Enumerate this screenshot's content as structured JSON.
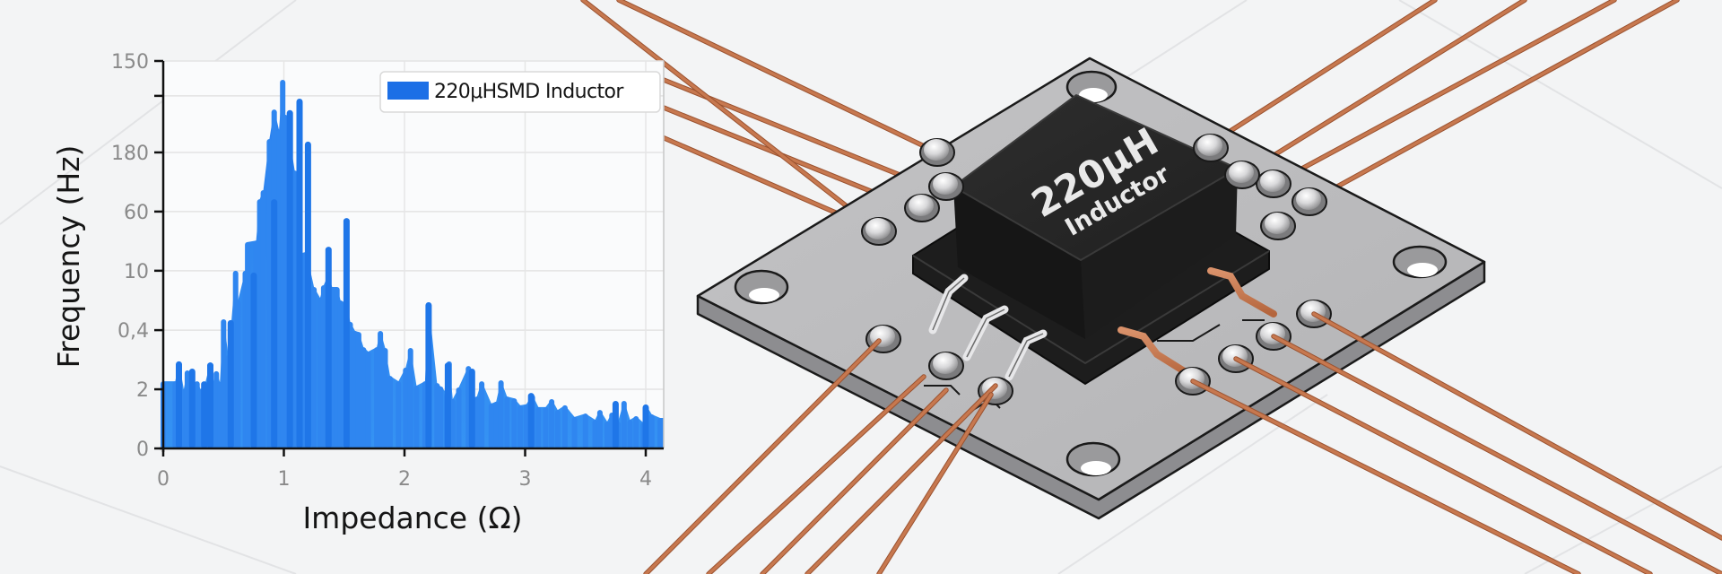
{
  "chart_data": {
    "type": "area",
    "title": "",
    "xlabel": "Impedance (Ω)",
    "ylabel": "Frequency (Hz)",
    "xlim": [
      0,
      4.15
    ],
    "ylim": [
      0,
      150
    ],
    "grid": true,
    "legend_position": "top-right",
    "x_ticks": [
      {
        "value": 0,
        "label": "0"
      },
      {
        "value": 1,
        "label": "1"
      },
      {
        "value": 2,
        "label": "2"
      },
      {
        "value": 3,
        "label": "3"
      },
      {
        "value": 4,
        "label": "4"
      }
    ],
    "y_ticks": [
      {
        "value": 0,
        "label": "0"
      },
      {
        "value": 22.9,
        "label": "2"
      },
      {
        "value": 45.8,
        "label": "0,4"
      },
      {
        "value": 68.8,
        "label": "10"
      },
      {
        "value": 91.7,
        "label": "60"
      },
      {
        "value": 114.6,
        "label": "180"
      },
      {
        "value": 136.5,
        "label": ""
      },
      {
        "value": 150,
        "label": "150"
      }
    ],
    "series": [
      {
        "name": "220μHSMD Inductor",
        "color": "#2f86f0",
        "x": [
          0.0,
          0.1,
          0.13,
          0.17,
          0.2,
          0.26,
          0.28,
          0.31,
          0.35,
          0.39,
          0.42,
          0.44,
          0.47,
          0.5,
          0.54,
          0.56,
          0.6,
          0.62,
          0.68,
          0.7,
          0.77,
          0.8,
          0.83,
          0.88,
          0.92,
          0.96,
          0.99,
          1.01,
          1.03,
          1.05,
          1.09,
          1.11,
          1.15,
          1.18,
          1.2,
          1.25,
          1.3,
          1.33,
          1.37,
          1.4,
          1.44,
          1.47,
          1.52,
          1.55,
          1.59,
          1.62,
          1.66,
          1.7,
          1.77,
          1.8,
          1.84,
          1.88,
          1.95,
          2.01,
          2.05,
          2.1,
          2.17,
          2.2,
          2.27,
          2.3,
          2.35,
          2.37,
          2.4,
          2.45,
          2.53,
          2.56,
          2.6,
          2.64,
          2.72,
          2.76,
          2.8,
          2.85,
          2.91,
          2.96,
          3.01,
          3.06,
          3.11,
          3.17,
          3.22,
          3.27,
          3.33,
          3.41,
          3.5,
          3.58,
          3.62,
          3.68,
          3.72,
          3.77,
          3.82,
          3.87,
          3.92,
          3.98,
          4.0,
          4.05,
          4.12,
          4.15
        ],
        "y": [
          26.0,
          26.0,
          33.7,
          22.9,
          30.2,
          22.9,
          26.0,
          22.9,
          25.7,
          33.3,
          26.0,
          29.9,
          25.7,
          50.0,
          36.1,
          46.2,
          68.8,
          57.3,
          68.8,
          79.9,
          80.5,
          96.5,
          100.0,
          119.8,
          131.2,
          123.3,
          142.7,
          129.2,
          120.1,
          119.4,
          107.6,
          105.6,
          75.7,
          76.0,
          72.9,
          62.5,
          58.3,
          63.2,
          67.4,
          62.5,
          62.5,
          57.3,
          56.3,
          49.0,
          45.5,
          45.1,
          39.2,
          37.5,
          39.2,
          45.5,
          38.9,
          28.1,
          26.0,
          31.3,
          38.9,
          24.3,
          26.0,
          56.6,
          25.3,
          24.0,
          21.5,
          33.7,
          19.1,
          23.6,
          31.9,
          18.1,
          20.1,
          26.0,
          17.4,
          18.1,
          26.4,
          20.1,
          19.4,
          16.7,
          17.1,
          20.8,
          16.0,
          16.0,
          19.1,
          14.9,
          16.7,
          12.2,
          13.5,
          11.1,
          14.9,
          10.4,
          13.9,
          10.4,
          18.4,
          11.1,
          12.5,
          10.0,
          17.0,
          13.2,
          11.8,
          11.8
        ],
        "spikes": [
          {
            "x": 0.13,
            "y": 33.7
          },
          {
            "x": 0.24,
            "y": 30.9
          },
          {
            "x": 0.34,
            "y": 26.0
          },
          {
            "x": 0.39,
            "y": 33.3
          },
          {
            "x": 0.56,
            "y": 49.7
          },
          {
            "x": 0.75,
            "y": 68.1
          },
          {
            "x": 0.92,
            "y": 96.5
          },
          {
            "x": 1.05,
            "y": 131.0
          },
          {
            "x": 1.13,
            "y": 135.4
          },
          {
            "x": 1.2,
            "y": 118.8
          },
          {
            "x": 1.37,
            "y": 78.1
          },
          {
            "x": 1.52,
            "y": 89.2
          },
          {
            "x": 2.2,
            "y": 56.6
          },
          {
            "x": 2.36,
            "y": 33.3
          },
          {
            "x": 2.56,
            "y": 30.9
          },
          {
            "x": 3.05,
            "y": 21.5
          },
          {
            "x": 3.75,
            "y": 18.4
          },
          {
            "x": 4.0,
            "y": 17.0
          }
        ]
      }
    ]
  },
  "legend": {
    "label": "220μHSMD Inductor",
    "swatch_color": "#1c6fe6"
  },
  "component": {
    "marking_line1": "220μH",
    "marking_line2": "Inductor",
    "body_color": "#262626",
    "plate_color": "#b9b9bb",
    "wire_color": "#c7784f"
  }
}
